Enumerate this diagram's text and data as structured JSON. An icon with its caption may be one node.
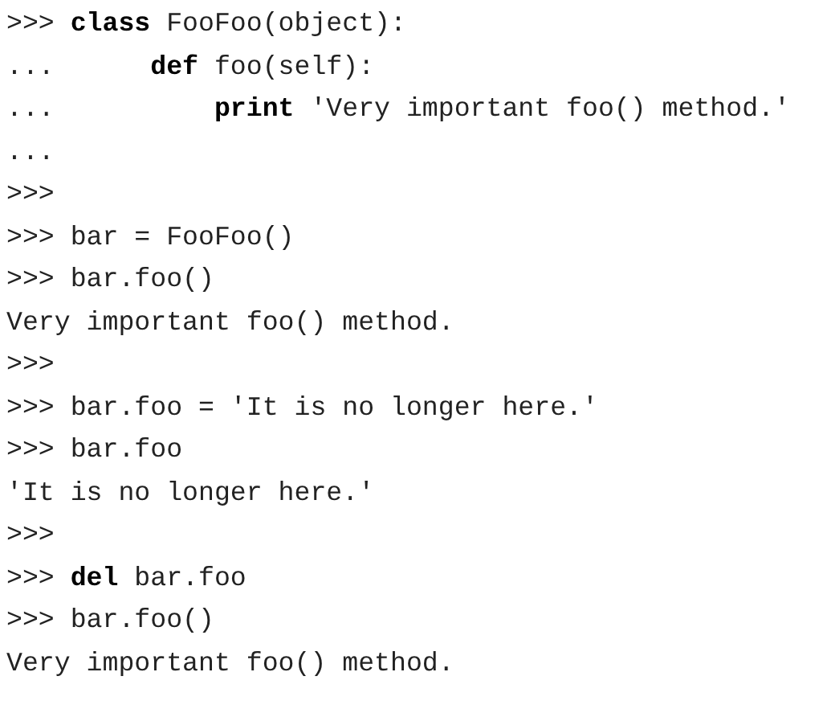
{
  "diagram": {
    "labels": [
      ">>> **class** FooFoo(object):",
      "...      **def** foo(self):",
      "...          **print** 'Very important foo() method.'",
      "...",
      ">>>",
      ">>> bar = FooFoo()",
      ">>> bar.foo()",
      "Very important foo() method.",
      ">>>",
      ">>> bar.foo = 'It is no longer here.'",
      ">>> bar.foo",
      "'It is no longer here.'",
      ">>>",
      ">>> **del** bar.foo",
      ">>> bar.foo()",
      "Very important foo() method."
    ]
  }
}
